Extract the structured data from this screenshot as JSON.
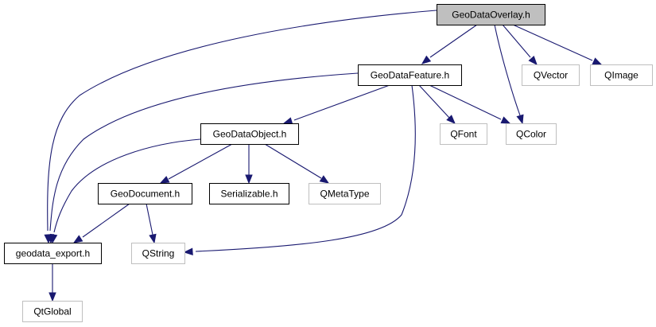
{
  "title": "GeoDataOverlay.h include dependency graph",
  "colors": {
    "edge": "#191970",
    "root_fill": "#bfbfbf",
    "node_border_documented": "#000000",
    "node_border_external": "#bfbfbf",
    "node_fill": "#ffffff"
  },
  "nodes": [
    {
      "id": "overlay",
      "label": "GeoDataOverlay.h",
      "kind": "root"
    },
    {
      "id": "feature",
      "label": "GeoDataFeature.h",
      "kind": "documented"
    },
    {
      "id": "qvector",
      "label": "QVector",
      "kind": "external"
    },
    {
      "id": "qimage",
      "label": "QImage",
      "kind": "external"
    },
    {
      "id": "object",
      "label": "GeoDataObject.h",
      "kind": "documented"
    },
    {
      "id": "qfont",
      "label": "QFont",
      "kind": "external"
    },
    {
      "id": "qcolor",
      "label": "QColor",
      "kind": "external"
    },
    {
      "id": "document",
      "label": "GeoDocument.h",
      "kind": "documented"
    },
    {
      "id": "serializable",
      "label": "Serializable.h",
      "kind": "documented"
    },
    {
      "id": "qmetatype",
      "label": "QMetaType",
      "kind": "external"
    },
    {
      "id": "export",
      "label": "geodata_export.h",
      "kind": "documented"
    },
    {
      "id": "qstring",
      "label": "QString",
      "kind": "external"
    },
    {
      "id": "qtglobal",
      "label": "QtGlobal",
      "kind": "external"
    }
  ],
  "edges": [
    {
      "from": "overlay",
      "to": "feature"
    },
    {
      "from": "overlay",
      "to": "qvector"
    },
    {
      "from": "overlay",
      "to": "qimage"
    },
    {
      "from": "overlay",
      "to": "qcolor"
    },
    {
      "from": "overlay",
      "to": "export"
    },
    {
      "from": "feature",
      "to": "object"
    },
    {
      "from": "feature",
      "to": "qfont"
    },
    {
      "from": "feature",
      "to": "qcolor"
    },
    {
      "from": "feature",
      "to": "qstring"
    },
    {
      "from": "feature",
      "to": "export"
    },
    {
      "from": "object",
      "to": "document"
    },
    {
      "from": "object",
      "to": "serializable"
    },
    {
      "from": "object",
      "to": "qmetatype"
    },
    {
      "from": "object",
      "to": "export"
    },
    {
      "from": "document",
      "to": "export"
    },
    {
      "from": "document",
      "to": "qstring"
    },
    {
      "from": "export",
      "to": "qtglobal"
    }
  ]
}
